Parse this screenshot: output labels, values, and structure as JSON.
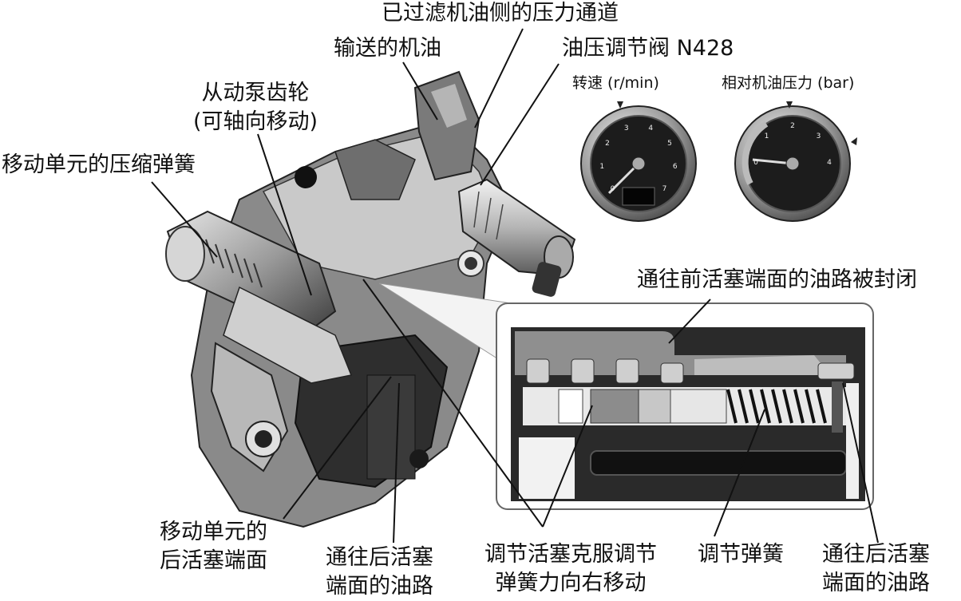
{
  "labels": {
    "filtered_oil_channel": "已过滤机油侧的压力通道",
    "delivered_oil": "输送的机油",
    "valve_n428": "油压调节阀 N428",
    "driven_gear_line1": "从动泵齿轮",
    "driven_gear_line2": "(可轴向移动)",
    "compression_spring": "移动单元的压缩弹簧",
    "front_path_closed": "通往前活塞端面的油路被封闭",
    "rear_piston_face_line1": "移动单元的",
    "rear_piston_face_line2": "后活塞端面",
    "rear_path_mid_line1": "通往后活塞",
    "rear_path_mid_line2": "端面的油路",
    "piston_moves_line1": "调节活塞克服调节",
    "piston_moves_line2": "弹簧力向右移动",
    "reg_spring": "调节弹簧",
    "rear_path_right_line1": "通往后活塞",
    "rear_path_right_line2": "端面的油路"
  },
  "gauges": {
    "rpm": {
      "title": "转速 (r/min)",
      "ticks": [
        "0",
        "1",
        "2",
        "3",
        "4",
        "5",
        "6",
        "7"
      ],
      "value": 0
    },
    "pressure": {
      "title": "相对机油压力 (bar)",
      "ticks": [
        "0",
        "1",
        "2",
        "3",
        "4"
      ],
      "value": 0
    }
  }
}
